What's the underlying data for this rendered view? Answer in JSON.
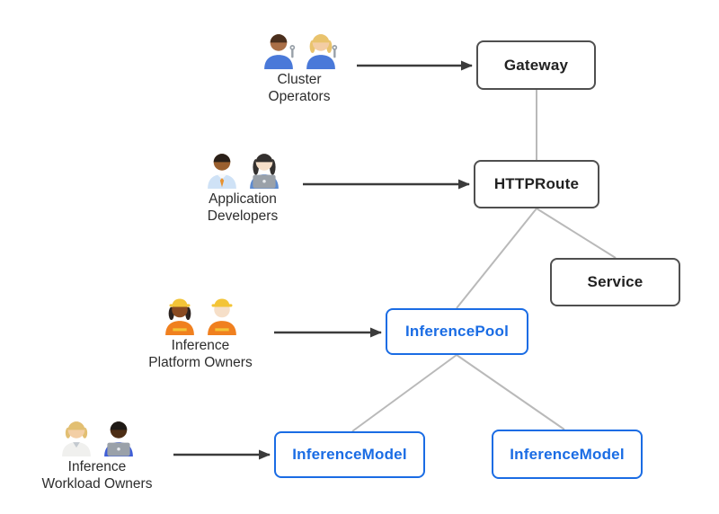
{
  "theme": {
    "accent_blue": "#1a6ce4",
    "box_border_dark": "#4f4f4f",
    "text_dark": "#212121",
    "connector_gray": "#b9b9b9",
    "arrow_dark": "#3b3b3b",
    "persona_text": "#2d2d2d",
    "background": "#ffffff"
  },
  "diagram": {
    "personas": [
      {
        "id": "cluster-operators",
        "line1": "Cluster",
        "line2": "Operators",
        "icons": [
          "man-mechanic-emoji",
          "woman-mechanic-emoji"
        ]
      },
      {
        "id": "application-developers",
        "line1": "Application",
        "line2": "Developers",
        "icons": [
          "man-office-worker-emoji",
          "woman-technologist-emoji"
        ]
      },
      {
        "id": "inference-platform-owners",
        "line1": "Inference",
        "line2": "Platform Owners",
        "icons": [
          "woman-construction-worker-emoji",
          "man-construction-worker-emoji"
        ]
      },
      {
        "id": "inference-workload-owners",
        "line1": "Inference",
        "line2": "Workload Owners",
        "icons": [
          "health-worker-emoji",
          "man-technologist-emoji"
        ]
      }
    ],
    "nodes": {
      "gateway": {
        "label": "Gateway",
        "style": "dark"
      },
      "httproute": {
        "label": "HTTPRoute",
        "style": "dark"
      },
      "service": {
        "label": "Service",
        "style": "dark"
      },
      "inference_pool": {
        "label": "InferencePool",
        "style": "blue"
      },
      "inference_model_left": {
        "label": "InferenceModel",
        "style": "blue"
      },
      "inference_model_right": {
        "label": "InferenceModel",
        "style": "blue"
      }
    },
    "edges": [
      {
        "from": "cluster-operators",
        "to": "gateway",
        "type": "arrow"
      },
      {
        "from": "application-developers",
        "to": "httproute",
        "type": "arrow"
      },
      {
        "from": "inference-platform-owners",
        "to": "inference_pool",
        "type": "arrow"
      },
      {
        "from": "inference-workload-owners",
        "to": "inference_model_left",
        "type": "arrow"
      },
      {
        "from": "gateway",
        "to": "httproute",
        "type": "line"
      },
      {
        "from": "httproute",
        "to": "service",
        "type": "line"
      },
      {
        "from": "httproute",
        "to": "inference_pool",
        "type": "line"
      },
      {
        "from": "inference_pool",
        "to": "inference_model_left",
        "type": "line"
      },
      {
        "from": "inference_pool",
        "to": "inference_model_right",
        "type": "line"
      }
    ]
  }
}
